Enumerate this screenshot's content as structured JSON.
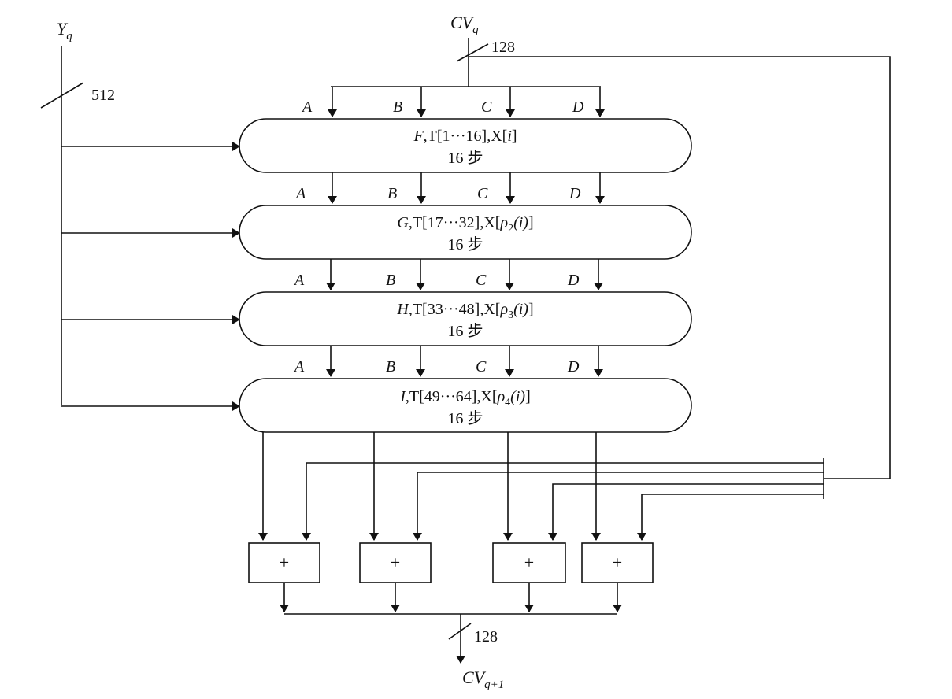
{
  "input": {
    "label": "Y",
    "sub": "q",
    "bits": "512"
  },
  "cv_in": {
    "label": "CV",
    "sub": "q",
    "bits": "128"
  },
  "cv_out": {
    "label": "CV",
    "sub": "q+1",
    "bits": "128"
  },
  "regs": [
    "A",
    "B",
    "C",
    "D"
  ],
  "rounds": [
    {
      "func": "F",
      "t": "T[1···16]",
      "xpre": "X[",
      "rho": "",
      "xarg": "i",
      "xpost": "]",
      "steps": "16 步"
    },
    {
      "func": "G",
      "t": "T[17···32]",
      "xpre": "X[",
      "rho": "2",
      "xarg": "(i)",
      "xpost": "]",
      "steps": "16 步"
    },
    {
      "func": "H",
      "t": "T[33···48]",
      "xpre": "X[",
      "rho": "3",
      "xarg": "(i)",
      "xpost": "]",
      "steps": "16 步"
    },
    {
      "func": "I",
      "t": "T[49···64]",
      "xpre": "X[",
      "rho": "4",
      "xarg": "(i)",
      "xpost": "]",
      "steps": "16 步"
    }
  ],
  "adders": [
    "+",
    "+",
    "+",
    "+"
  ]
}
